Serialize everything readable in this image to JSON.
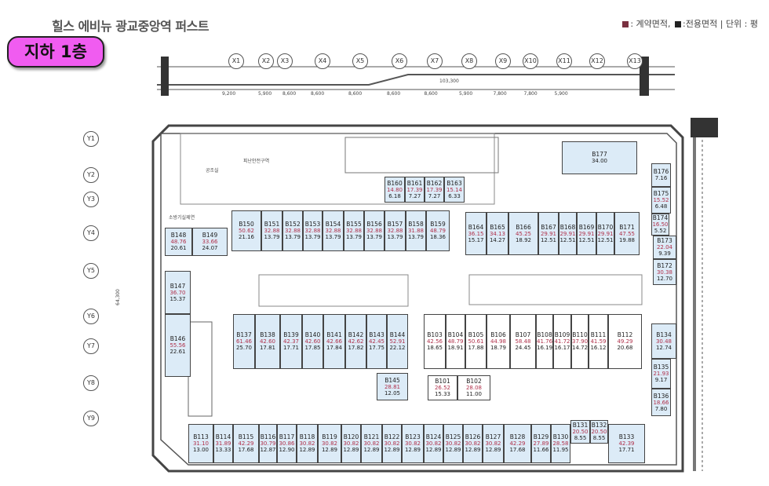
{
  "header": {
    "title": "힐스 에비뉴 광교중앙역 퍼스트",
    "floor_badge": "지하 1층",
    "legend": {
      "contract_label": ": 계약면적,",
      "exclusive_label": ":전용면적",
      "separator": "|",
      "unit_label": "단위 : 평"
    },
    "colors": {
      "contract": "#7a3040",
      "exclusive": "#222222",
      "badge": "#f05cf0",
      "unit_fill": "#dcebf7"
    }
  },
  "axes": {
    "x": [
      "X1",
      "X2",
      "X3",
      "X4",
      "X5",
      "X6",
      "X7",
      "X8",
      "X9",
      "X10",
      "X11",
      "X12",
      "X13"
    ],
    "y": [
      "Y1",
      "Y2",
      "Y3",
      "Y4",
      "Y5",
      "Y6",
      "Y7",
      "Y8",
      "Y9"
    ],
    "x_dims": [
      "9,200",
      "5,900",
      "8,600",
      "8,600",
      "8,600",
      "8,600",
      "8,600",
      "5,900",
      "7,800",
      "7,800",
      "5,900"
    ],
    "total_width": "103,300",
    "total_depth": "64,300"
  },
  "rooms": [
    "공조실",
    "피난안전구역",
    "소방기실제연"
  ],
  "units": [
    {
      "id": "B150",
      "contract": "50.62",
      "exclusive": "21.16"
    },
    {
      "id": "B151",
      "contract": "32.88",
      "exclusive": "13.79"
    },
    {
      "id": "B152",
      "contract": "32.88",
      "exclusive": "13.79"
    },
    {
      "id": "B153",
      "contract": "32.88",
      "exclusive": "13.79"
    },
    {
      "id": "B154",
      "contract": "32.88",
      "exclusive": "13.79"
    },
    {
      "id": "B155",
      "contract": "32.88",
      "exclusive": "13.79"
    },
    {
      "id": "B156",
      "contract": "32.88",
      "exclusive": "13.79"
    },
    {
      "id": "B157",
      "contract": "32.88",
      "exclusive": "13.79"
    },
    {
      "id": "B158",
      "contract": "31.88",
      "exclusive": "13.79"
    },
    {
      "id": "B159",
      "contract": "48.79",
      "exclusive": "18.36"
    },
    {
      "id": "B148",
      "contract": "48.76",
      "exclusive": "20.61"
    },
    {
      "id": "B149",
      "contract": "33.66",
      "exclusive": "24.07"
    },
    {
      "id": "B164",
      "contract": "36.15",
      "exclusive": "15.17"
    },
    {
      "id": "B165",
      "contract": "34.13",
      "exclusive": "14.27"
    },
    {
      "id": "B166",
      "contract": "45.25",
      "exclusive": "18.92"
    },
    {
      "id": "B167",
      "contract": "29.91",
      "exclusive": "12.51"
    },
    {
      "id": "B168",
      "contract": "29.91",
      "exclusive": "12.51"
    },
    {
      "id": "B169",
      "contract": "29.91",
      "exclusive": "12.51"
    },
    {
      "id": "B170",
      "contract": "29.91",
      "exclusive": "12.51"
    },
    {
      "id": "B171",
      "contract": "47.55",
      "exclusive": "19.88"
    },
    {
      "id": "B160",
      "contract": "14.80",
      "exclusive": "6.18"
    },
    {
      "id": "B161",
      "contract": "17.39",
      "exclusive": "7.27"
    },
    {
      "id": "B162",
      "contract": "17.39",
      "exclusive": "7.27"
    },
    {
      "id": "B163",
      "contract": "15.14",
      "exclusive": "6.33"
    },
    {
      "id": "B177",
      "contract": "",
      "exclusive": "34.00"
    },
    {
      "id": "B176",
      "contract": "",
      "exclusive": "7.16"
    },
    {
      "id": "B175",
      "contract": "15.52",
      "exclusive": "6.48"
    },
    {
      "id": "B174",
      "contract": "16.50",
      "exclusive": "5.52"
    },
    {
      "id": "B173",
      "contract": "22.04",
      "exclusive": "9.39"
    },
    {
      "id": "B172",
      "contract": "30.38",
      "exclusive": "12.70"
    },
    {
      "id": "B147",
      "contract": "36.70",
      "exclusive": "15.37"
    },
    {
      "id": "B146",
      "contract": "55.56",
      "exclusive": "22.61"
    },
    {
      "id": "B137",
      "contract": "61.46",
      "exclusive": "25.70"
    },
    {
      "id": "B138",
      "contract": "42.60",
      "exclusive": "17.81"
    },
    {
      "id": "B139",
      "contract": "42.37",
      "exclusive": "17.71"
    },
    {
      "id": "B140",
      "contract": "42.60",
      "exclusive": "17.85"
    },
    {
      "id": "B141",
      "contract": "42.66",
      "exclusive": "17.84"
    },
    {
      "id": "B142",
      "contract": "42.62",
      "exclusive": "17.82"
    },
    {
      "id": "B143",
      "contract": "42.45",
      "exclusive": "17.75"
    },
    {
      "id": "B144",
      "contract": "52.91",
      "exclusive": "22.12"
    },
    {
      "id": "B145",
      "contract": "28.81",
      "exclusive": "12.05"
    },
    {
      "id": "B103",
      "contract": "42.56",
      "exclusive": "18.65"
    },
    {
      "id": "B104",
      "contract": "48.79",
      "exclusive": "18.91"
    },
    {
      "id": "B105",
      "contract": "50.61",
      "exclusive": "17.88"
    },
    {
      "id": "B106",
      "contract": "44.98",
      "exclusive": "18.79"
    },
    {
      "id": "B107",
      "contract": "58.48",
      "exclusive": "24.45"
    },
    {
      "id": "B108",
      "contract": "41.76",
      "exclusive": "16.19"
    },
    {
      "id": "B109",
      "contract": "41.72",
      "exclusive": "16.17"
    },
    {
      "id": "B110",
      "contract": "37.90",
      "exclusive": "14.72"
    },
    {
      "id": "B111",
      "contract": "41.59",
      "exclusive": "16.12"
    },
    {
      "id": "B112",
      "contract": "49.29",
      "exclusive": "20.68"
    },
    {
      "id": "B101",
      "contract": "26.52",
      "exclusive": "15.33"
    },
    {
      "id": "B102",
      "contract": "28.08",
      "exclusive": "11.00"
    },
    {
      "id": "B134",
      "contract": "30.48",
      "exclusive": "12.74"
    },
    {
      "id": "B135",
      "contract": "21.93",
      "exclusive": "9.17"
    },
    {
      "id": "B136",
      "contract": "18.66",
      "exclusive": "7.80"
    },
    {
      "id": "B113",
      "contract": "31.10",
      "exclusive": "13.00"
    },
    {
      "id": "B114",
      "contract": "31.89",
      "exclusive": "13.33"
    },
    {
      "id": "B115",
      "contract": "42.29",
      "exclusive": "17.68"
    },
    {
      "id": "B116",
      "contract": "30.79",
      "exclusive": "12.87"
    },
    {
      "id": "B117",
      "contract": "30.86",
      "exclusive": "12.90"
    },
    {
      "id": "B118",
      "contract": "30.82",
      "exclusive": "12.89"
    },
    {
      "id": "B119",
      "contract": "30.82",
      "exclusive": "12.89"
    },
    {
      "id": "B120",
      "contract": "30.82",
      "exclusive": "12.89"
    },
    {
      "id": "B121",
      "contract": "30.82",
      "exclusive": "12.89"
    },
    {
      "id": "B122",
      "contract": "30.82",
      "exclusive": "12.89"
    },
    {
      "id": "B123",
      "contract": "30.82",
      "exclusive": "12.89"
    },
    {
      "id": "B124",
      "contract": "30.82",
      "exclusive": "12.89"
    },
    {
      "id": "B125",
      "contract": "30.82",
      "exclusive": "12.89"
    },
    {
      "id": "B126",
      "contract": "30.82",
      "exclusive": "12.89"
    },
    {
      "id": "B127",
      "contract": "30.82",
      "exclusive": "12.89"
    },
    {
      "id": "B128",
      "contract": "42.29",
      "exclusive": "17.68"
    },
    {
      "id": "B129",
      "contract": "27.89",
      "exclusive": "11.66"
    },
    {
      "id": "B130",
      "contract": "28.58",
      "exclusive": "11.95"
    },
    {
      "id": "B131",
      "contract": "20.50",
      "exclusive": "8.55"
    },
    {
      "id": "B132",
      "contract": "20.50",
      "exclusive": "8.55"
    },
    {
      "id": "B133",
      "contract": "42.39",
      "exclusive": "17.71"
    }
  ]
}
